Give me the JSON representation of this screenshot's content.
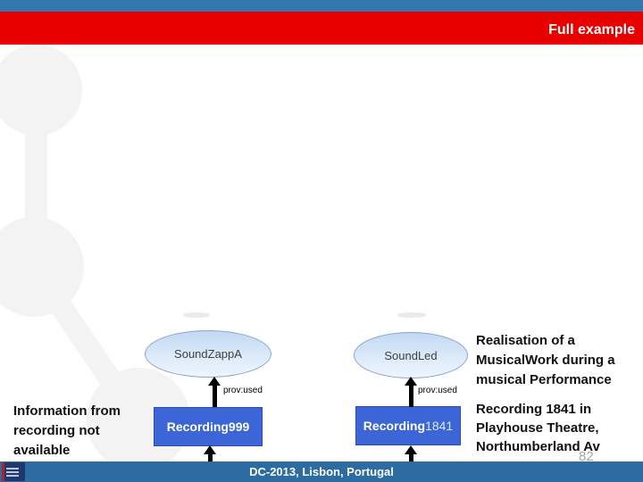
{
  "slide": {
    "title": "Full example",
    "page_number": "82"
  },
  "footer": {
    "text": "DC-2013, Lisbon, Portugal"
  },
  "notes": {
    "left": [
      "Information from",
      "recording not",
      "available"
    ],
    "right_top": [
      "Realisation of a",
      "MusicalWork during a",
      "musical Performance"
    ],
    "right_bottom": [
      "Recording 1841 in",
      "Playhouse Theatre,",
      "Northumberland Av"
    ]
  },
  "diagram": {
    "left": {
      "ellipse": "SoundZappA",
      "edge": "prov:used",
      "rect": "Recording999"
    },
    "right": {
      "ellipse": "SoundLed",
      "edge": "prov:used",
      "rect_bold": "Recording",
      "rect_light": "1841"
    }
  },
  "icons": {
    "edge_arrow": "arrow-up",
    "logo": "conference-logo"
  },
  "colors": {
    "top_bar": "#3177ae",
    "header_bar": "#e80000",
    "footer_bar": "#2d6ba3",
    "node_rect_fill": "#3c66d8",
    "node_ellipse_fill_top": "#c2d8f2",
    "node_ellipse_border": "#8ba6c9",
    "page_number": "#a6a6a6",
    "watermark": "#f3f3f3"
  }
}
